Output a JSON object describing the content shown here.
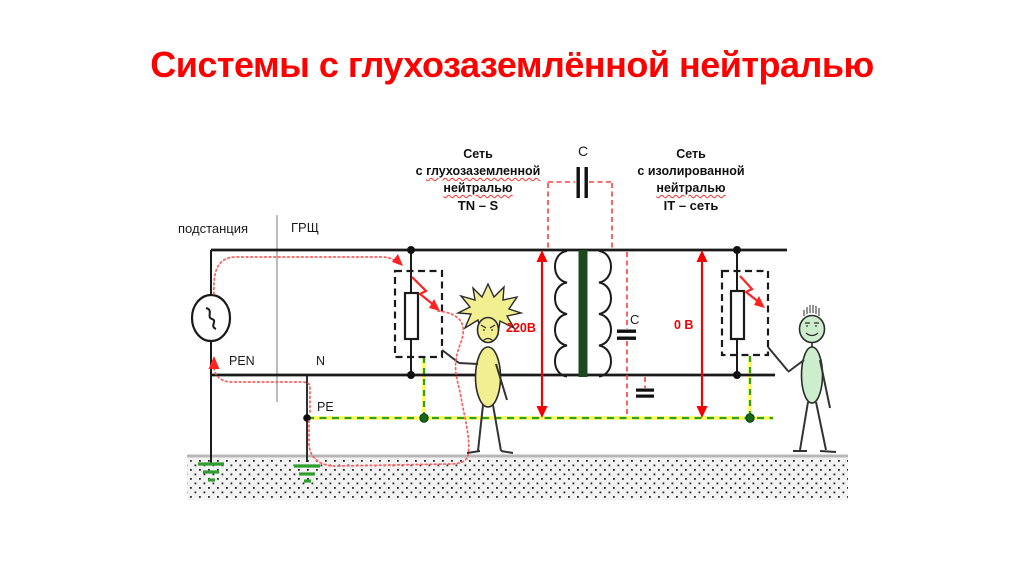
{
  "title": "Системы с глухозаземлённой нейтралью",
  "labels": {
    "substation": "подстанция",
    "main_board": "ГРЩ",
    "pen": "PEN",
    "n": "N",
    "pe": "PE",
    "cap_top": "C",
    "cap_bottom": "C",
    "voltage_tn": "220В",
    "voltage_it": "0 В"
  },
  "network_left": {
    "line1": "Сеть",
    "line2_prefix": "с",
    "line2_word": "глухозаземленной",
    "line3": "нейтралью",
    "line4": "TN – S"
  },
  "network_right": {
    "line1": "Сеть",
    "line2_prefix": "с",
    "line2_word": "изолированной",
    "line3": "нейтралью",
    "line4": "IT – сеть"
  },
  "colors": {
    "title_red": "#fe0000",
    "wire_black": "#1a1a1a",
    "fault_red": "#ff2222",
    "dotted_loop_red": "#ff5c5c",
    "dashed_capacitive_red": "#ff3b3b",
    "pe_green": "#2f9e2f",
    "pe_yellow": "#ffff55",
    "transformer_core_green": "#1d4a1d",
    "victim_body_yellow": "#f1ef90",
    "safe_body_green": "#cdeecd",
    "ground_gray": "#b8b8b8"
  }
}
